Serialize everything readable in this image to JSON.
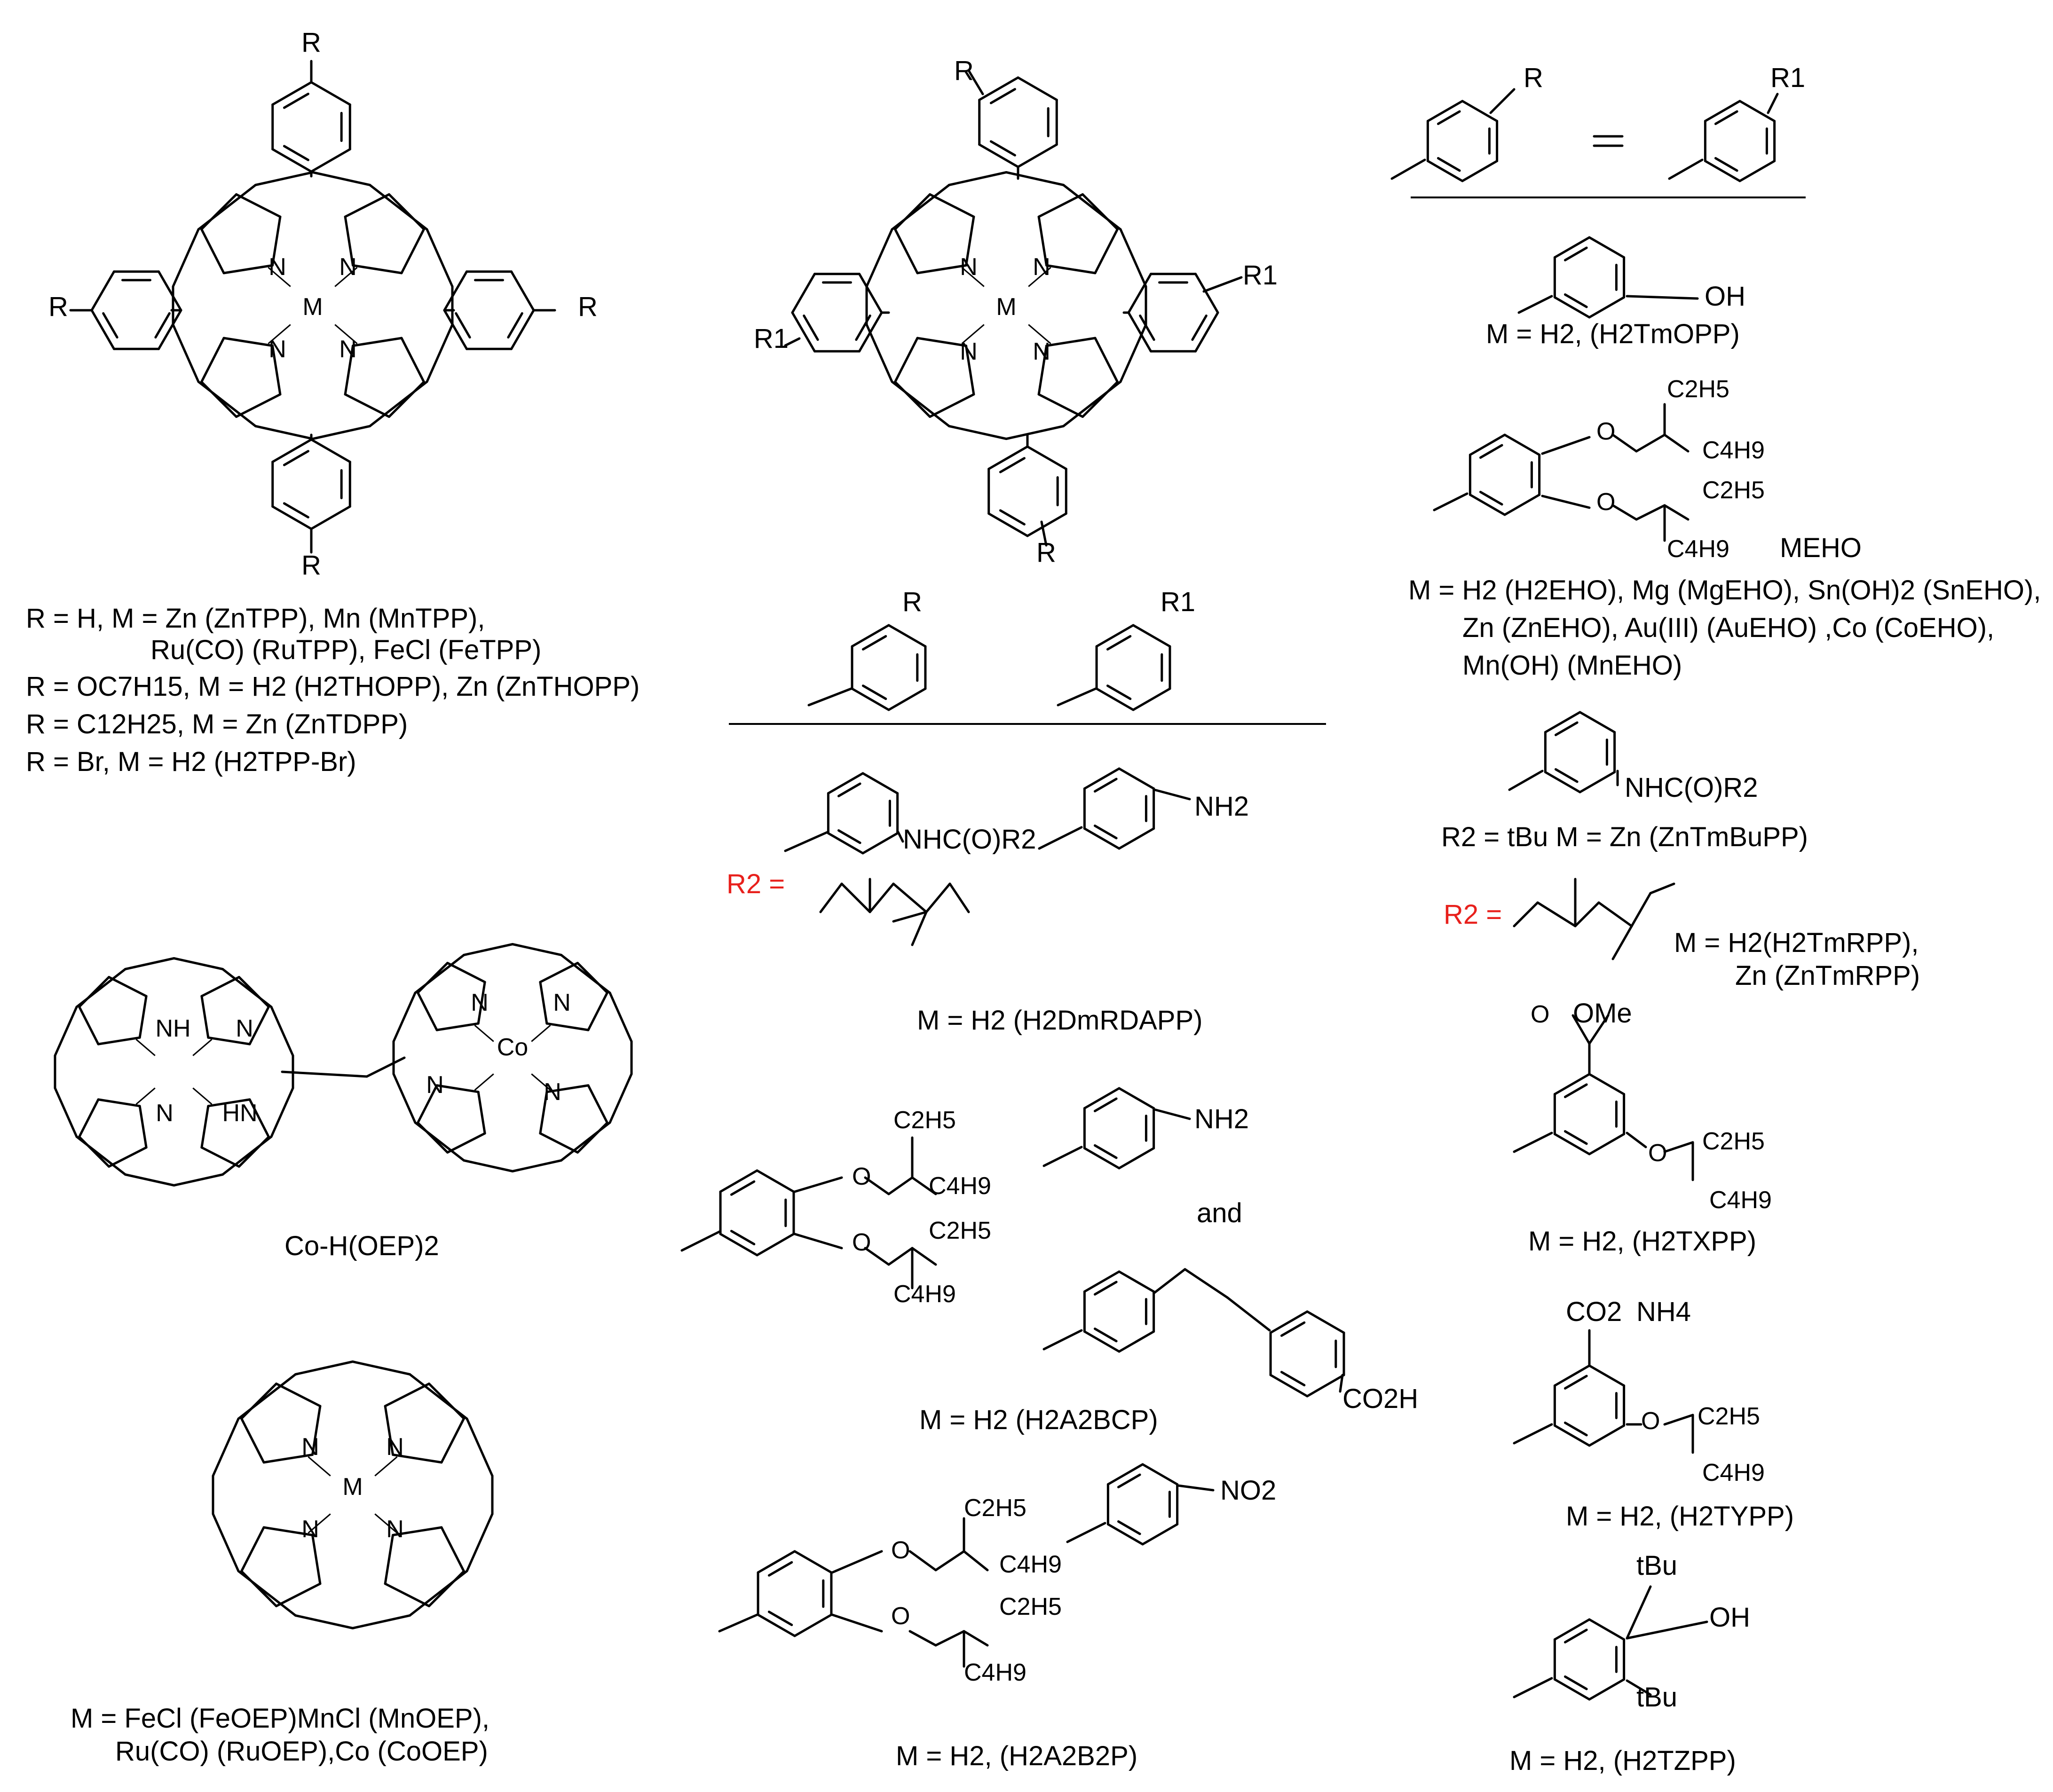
{
  "atoms": {
    "N": "N",
    "M": "M",
    "R": "R",
    "R1": "R1",
    "NH": "NH",
    "HN": "HN",
    "Co": "Co",
    "OH": "OH",
    "O": "O",
    "OMe": "OMe",
    "NH2": "NH2",
    "NO2": "NO2",
    "CO2H": "CO2H",
    "NHCOR2": "NHC(O)R2",
    "C2H5": "C2H5",
    "C4H9": "C4H9",
    "tBu": "tBu",
    "CO2": "CO2",
    "NH4": "NH4"
  },
  "top_left": {
    "lines": [
      "R = H, M = Zn (ZnTPP), Mn (MnTPP),",
      "Ru(CO) (RuTPP), FeCl (FeTPP)",
      "R = OC7H15, M = H2 (H2THOPP), Zn (ZnTHOPP)",
      "R = C12H25, M =  Zn (ZnTDPP)",
      "R = Br, M = H2 (H2TPP-Br)"
    ]
  },
  "dimer": {
    "label": "Co-H(OEP)2"
  },
  "oep": {
    "lines": [
      "M =  FeCl (FeOEP)MnCl (MnOEP),",
      "Ru(CO) (RuOEP),Co (CoOEP)"
    ]
  },
  "middle": {
    "r2_label": "R2 =",
    "dmrdapp": "M = H2 (H2DmRDAPP)",
    "a2bcp_and": "and",
    "a2bcp": "M = H2 (H2A2BCP)",
    "a2b2p": "M = H2, (H2A2B2P)"
  },
  "right": {
    "tmopp": "M = H2, (H2TmOPP)",
    "meho": "MEHO",
    "eho_lines": [
      "M = H2 (H2EHO), Mg (MgEHO), Sn(OH)2 (SnEHO),",
      "Zn (ZnEHO), Au(III) (AuEHO) ,Co (CoEHO),",
      "Mn(OH) (MnEHO)"
    ],
    "tmbupp": "R2 = tBu M =  Zn (ZnTmBuPP)",
    "r2_label": "R2 =",
    "tmrpp_lines": [
      "M = H2(H2TmRPP),",
      "Zn (ZnTmRPP)"
    ],
    "txpp": "M = H2, (H2TXPP)",
    "typp": "M = H2, (H2TYPP)",
    "tzpp": "M = H2, (H2TZPP)"
  }
}
